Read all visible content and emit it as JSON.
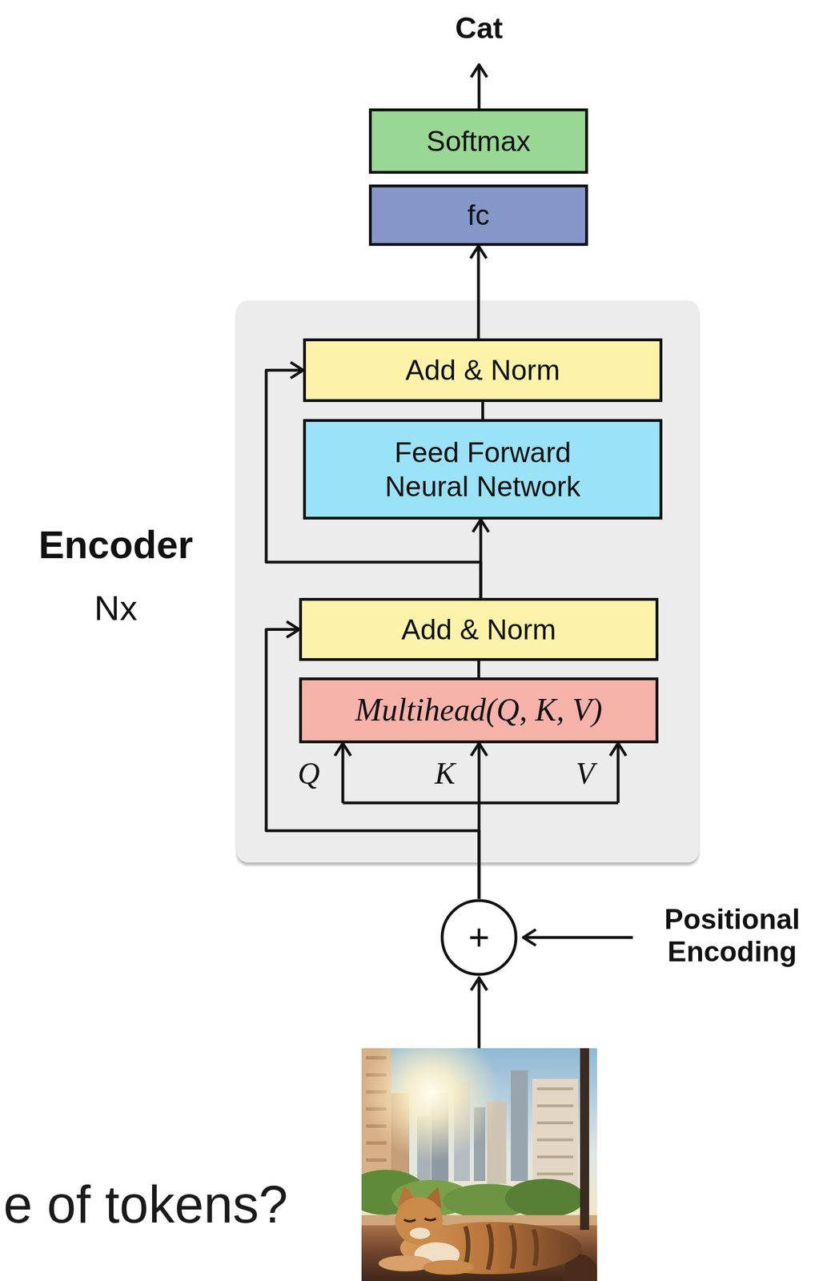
{
  "diagram": {
    "nodes": [
      {
        "text": [
          "Softmax"
        ]
      },
      {
        "text": [
          "fc"
        ]
      },
      {
        "text": [
          "Encoder",
          "Nx"
        ]
      },
      {
        "text": [
          "Add & Norm"
        ],
        "in": 2
      },
      {
        "text": [
          "Feed Forward Neural Network"
        ],
        "in": 2
      },
      {
        "text": [
          "Add & Norm"
        ],
        "in": 2
      },
      {
        "text": [
          "Multihead(Q, K, V)"
        ],
        "in": 2
      },
      {
        "text": [
          "+"
        ]
      }
    ],
    "edges": [
      {
        "from": 3,
        "to": 1,
        "arrow": "to"
      },
      {
        "from": 4,
        "to": 3,
        "arrow": "none"
      },
      {
        "from": 5,
        "to": 4,
        "arrow": "to"
      },
      {
        "from": 5,
        "to": 3,
        "arrow": "to"
      },
      {
        "from": 6,
        "to": 5,
        "arrow": "none"
      },
      {
        "from": 7,
        "to": 6,
        "arrow": "to"
      },
      {
        "from": 7,
        "to": 5,
        "arrow": "to"
      }
    ],
    "labels": [
      "Cat",
      "Q",
      "K",
      "V",
      "Positional Encoding",
      "e of tokens?"
    ]
  }
}
